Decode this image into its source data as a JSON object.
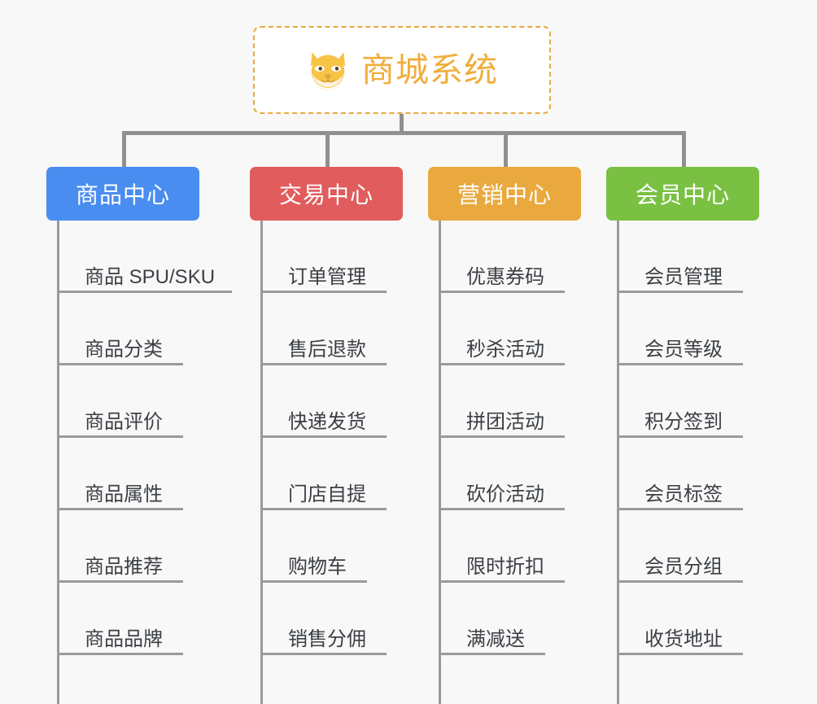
{
  "canvas": {
    "background": "#f8f8f8",
    "connector_color": "#909090"
  },
  "root": {
    "title": "商城系统",
    "icon": "shiba-dog-face-icon",
    "text_color": "#f0ad3c",
    "border_color": "#e9a83e",
    "background": "#ffffff"
  },
  "columns": [
    {
      "label": "商品中心",
      "color": "#4a8df0",
      "items": [
        {
          "label": "商品 SPU/SKU"
        },
        {
          "label": "商品分类"
        },
        {
          "label": "商品评价"
        },
        {
          "label": "商品属性"
        },
        {
          "label": "商品推荐"
        },
        {
          "label": "商品品牌"
        }
      ]
    },
    {
      "label": "交易中心",
      "color": "#e15c5c",
      "items": [
        {
          "label": "订单管理"
        },
        {
          "label": "售后退款"
        },
        {
          "label": "快递发货"
        },
        {
          "label": "门店自提"
        },
        {
          "label": "购物车"
        },
        {
          "label": "销售分佣"
        }
      ]
    },
    {
      "label": "营销中心",
      "color": "#eaa93e",
      "items": [
        {
          "label": "优惠券码"
        },
        {
          "label": "秒杀活动"
        },
        {
          "label": "拼团活动"
        },
        {
          "label": "砍价活动"
        },
        {
          "label": "限时折扣"
        },
        {
          "label": "满减送"
        }
      ]
    },
    {
      "label": "会员中心",
      "color": "#7ac143",
      "items": [
        {
          "label": "会员管理"
        },
        {
          "label": "会员等级"
        },
        {
          "label": "积分签到"
        },
        {
          "label": "会员标签"
        },
        {
          "label": "会员分组"
        },
        {
          "label": "收货地址"
        }
      ]
    }
  ]
}
